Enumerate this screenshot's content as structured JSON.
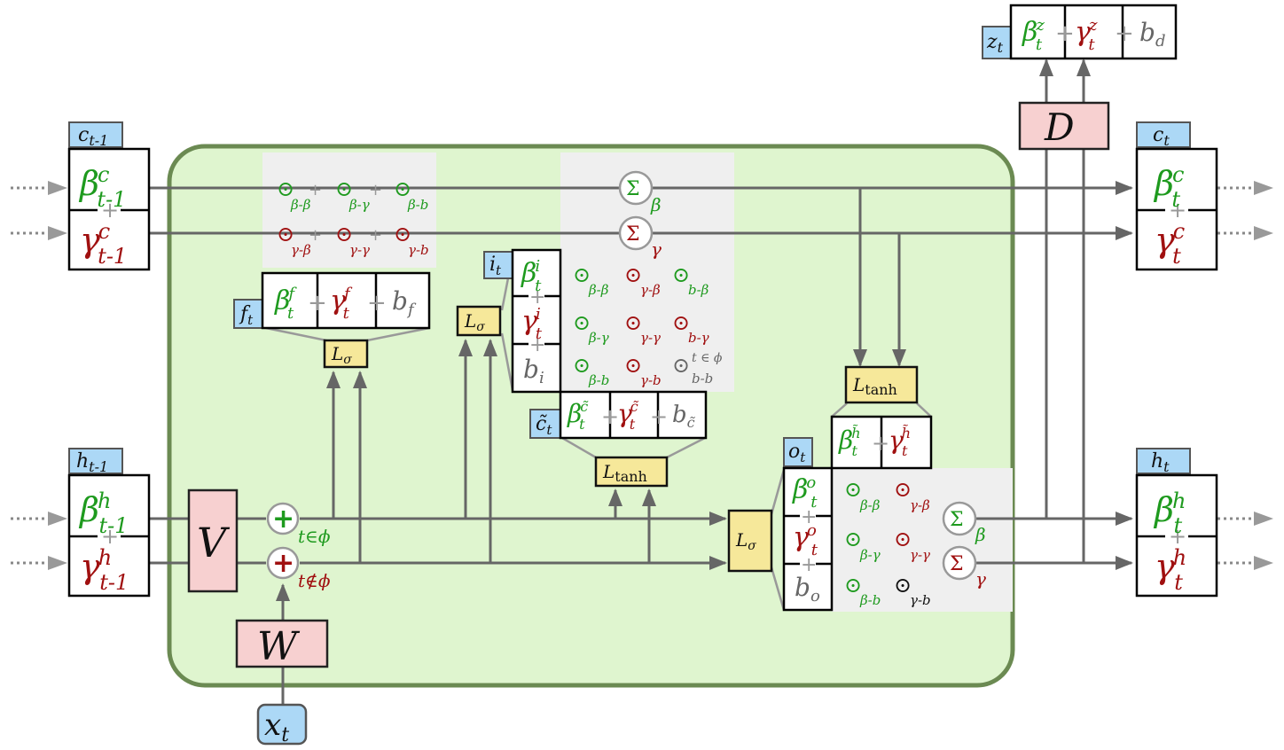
{
  "left": {
    "c_prev_tag": "c",
    "c_prev_tag_sub": "t-1",
    "h_prev_tag": "h",
    "h_prev_tag_sub": "t-1"
  },
  "right": {
    "c_tag": "c",
    "c_tag_sub": "t",
    "h_tag": "h",
    "h_tag_sub": "t",
    "z_tag": "z",
    "z_tag_sub": "t"
  },
  "symbols": {
    "beta": "β",
    "gamma": "γ",
    "plus": "+",
    "odot": "⊙",
    "sigma": "Σ",
    "oplus": "+",
    "b": "b"
  },
  "operators": {
    "V": "V",
    "W": "W",
    "D": "D",
    "x": "x",
    "x_sub": "t",
    "L_sigma": "L",
    "L_sigma_sub": "σ",
    "L_tanh": "L",
    "L_tanh_sub": "tanh"
  },
  "gates": {
    "f_tag": "f",
    "f_sub": "t",
    "i_tag": "i",
    "i_sub": "t",
    "c_tilde_tag": "c̃",
    "c_tilde_sub": "t",
    "o_tag": "o",
    "o_sub": "t",
    "b_f": "f",
    "b_i": "i",
    "b_c": "c̃",
    "b_o": "o",
    "b_d": "d",
    "sup_f": "f",
    "sup_i": "i",
    "sup_o": "o",
    "sup_c_tilde": "c̃",
    "sup_h_tilde": "h̃",
    "sup_c": "c",
    "sup_h": "h",
    "sup_z": "z"
  },
  "subscripts": {
    "t": "t",
    "t_minus_1": "t-1",
    "bb": "β-β",
    "bg": "β-γ",
    "bbias": "β-b",
    "gb": "γ-β",
    "gg": "γ-γ",
    "gbias": "γ-b",
    "bgb": "b-β",
    "bgg": "b-γ",
    "bbb": "b-b",
    "t_in_phi": "t ∈ ϕ",
    "t_notin_phi": "t∉ϕ",
    "t_in_phi2": "t∈ϕ"
  }
}
